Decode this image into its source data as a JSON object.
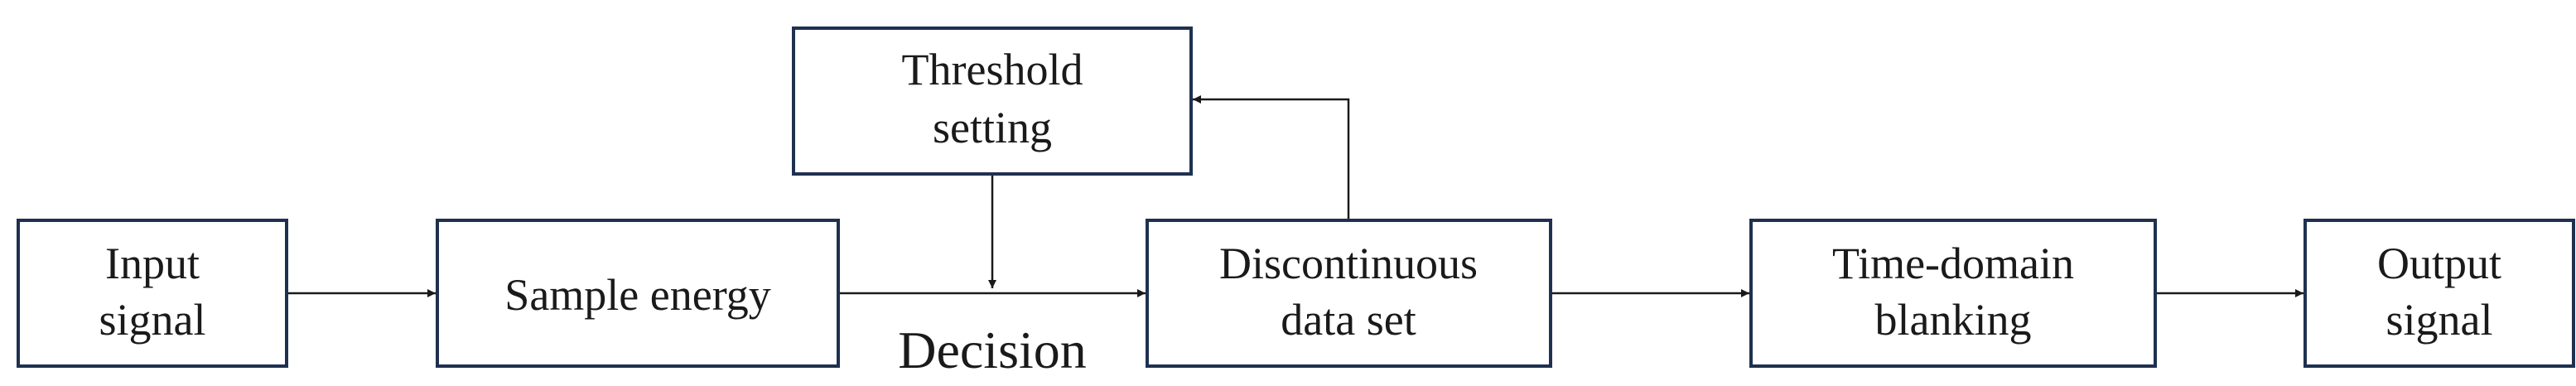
{
  "blocks": {
    "input_signal": {
      "lines": [
        "Input",
        "signal"
      ]
    },
    "sample_energy": {
      "lines": [
        "Sample energy"
      ]
    },
    "threshold_setting": {
      "lines": [
        "Threshold",
        "setting"
      ]
    },
    "discontinuous_data_set": {
      "lines": [
        "Discontinuous",
        "data set"
      ]
    },
    "time_domain_blanking": {
      "lines": [
        "Time-domain",
        "blanking"
      ]
    },
    "output_signal": {
      "lines": [
        "Output",
        "signal"
      ]
    }
  },
  "labels": {
    "decision": "Decision"
  },
  "colors": {
    "box_border": "#1f3150",
    "line": "#1a1a1a",
    "text": "#1a1a1a"
  }
}
